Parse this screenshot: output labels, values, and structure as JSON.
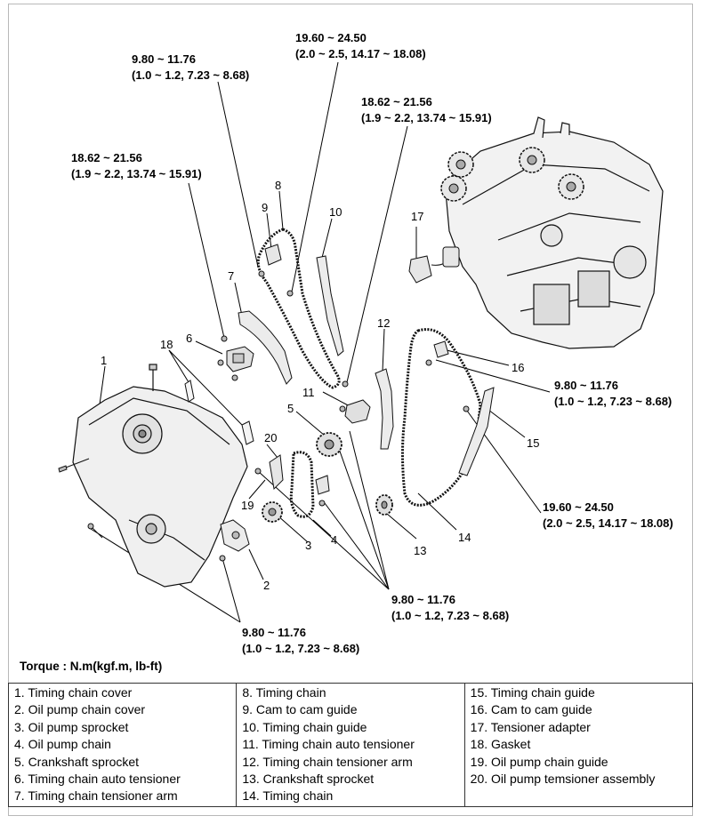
{
  "torque_labels": [
    {
      "value": "9.80 ~ 11.76",
      "sub": "(1.0 ~ 1.2, 7.23 ~ 8.68)"
    },
    {
      "value": "19.60 ~ 24.50",
      "sub": "(2.0 ~ 2.5, 14.17 ~ 18.08)"
    },
    {
      "value": "18.62 ~ 21.56",
      "sub": "(1.9 ~ 2.2, 13.74 ~ 15.91)"
    },
    {
      "value": "18.62 ~ 21.56",
      "sub": "(1.9 ~ 2.2, 13.74 ~ 15.91)"
    },
    {
      "value": "9.80 ~ 11.76",
      "sub": "(1.0 ~ 1.2, 7.23 ~ 8.68)"
    },
    {
      "value": "19.60 ~ 24.50",
      "sub": "(2.0 ~ 2.5, 14.17 ~ 18.08)"
    },
    {
      "value": "9.80 ~ 11.76",
      "sub": "(1.0 ~ 1.2, 7.23 ~ 8.68)"
    },
    {
      "value": "9.80 ~ 11.76",
      "sub": "(1.0 ~ 1.2, 7.23 ~ 8.68)"
    }
  ],
  "callouts": [
    "1",
    "2",
    "3",
    "4",
    "5",
    "6",
    "7",
    "8",
    "9",
    "10",
    "11",
    "12",
    "13",
    "14",
    "15",
    "16",
    "17",
    "18",
    "19",
    "20"
  ],
  "torque_caption": "Torque : N.m(kgf.m, lb-ft)",
  "legend": {
    "col1": [
      "1. Timing chain cover",
      "2. Oil pump chain cover",
      "3. Oil pump sprocket",
      "4. Oil pump chain",
      "5. Crankshaft sprocket",
      "6. Timing chain auto tensioner",
      "7. Timing chain tensioner arm"
    ],
    "col2": [
      "8. Timing chain",
      "9. Cam to cam guide",
      "10. Timing chain guide",
      "11. Timing chain auto tensioner",
      "12. Timing chain tensioner arm",
      "13. Crankshaft sprocket",
      "14. Timing chain"
    ],
    "col3": [
      "15. Timing chain guide",
      "16. Cam to cam guide",
      "17. Tensioner adapter",
      "18. Gasket",
      "19. Oil pump chain guide",
      "20. Oil pump temsioner assembly"
    ]
  }
}
